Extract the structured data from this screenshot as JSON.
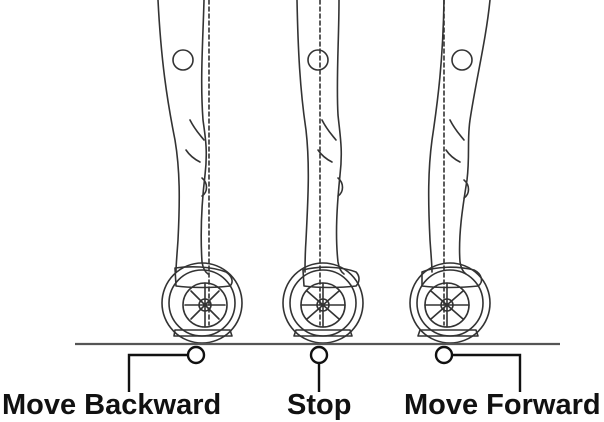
{
  "labels": {
    "backward": "Move Backward",
    "stop": "Stop",
    "forward": "Move Forward"
  },
  "colors": {
    "line": "#333333",
    "text": "#111111",
    "background": "#ffffff"
  }
}
